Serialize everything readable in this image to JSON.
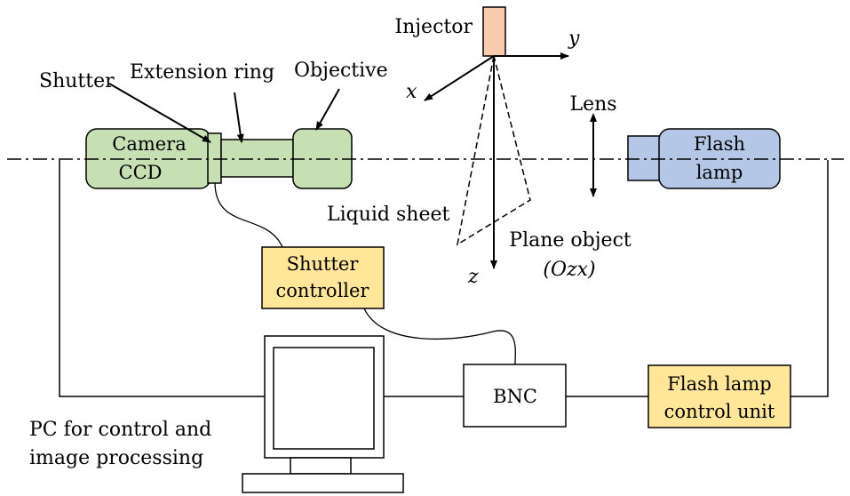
{
  "labels": {
    "injector": "Injector",
    "shutter": "Shutter",
    "extension_ring": "Extension ring",
    "objective": "Objective",
    "camera_line1": "Camera",
    "camera_line2": "CCD",
    "lens": "Lens",
    "flash_line1": "Flash",
    "flash_line2": "lamp",
    "liquid_sheet": "Liquid sheet",
    "plane_object_line1": "Plane object",
    "plane_object_line2": "(Ozx)",
    "axis_x": "x",
    "axis_y": "y",
    "axis_z": "z",
    "shutter_controller_line1": "Shutter",
    "shutter_controller_line2": "controller",
    "bnc": "BNC",
    "flash_control_line1": "Flash lamp",
    "flash_control_line2": "control unit",
    "pc_line1": "PC for control and",
    "pc_line2": "image processing"
  },
  "colors": {
    "camera_green": "#c6e0b4",
    "flash_blue": "#b4c7e7",
    "controller_yellow": "#ffe699",
    "injector_orange": "#f8cbad",
    "line": "#000000"
  }
}
